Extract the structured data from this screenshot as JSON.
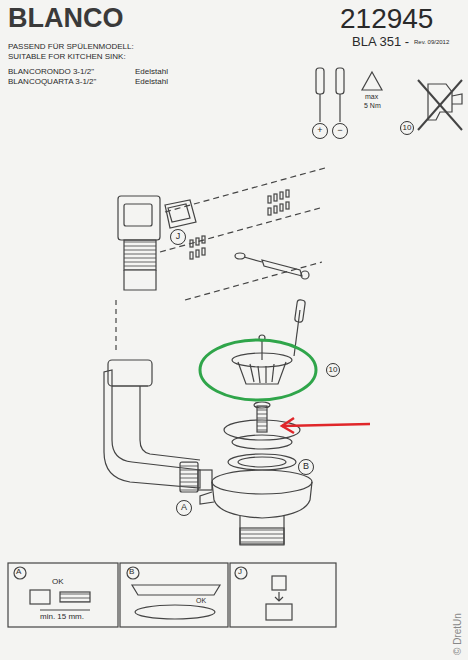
{
  "diagram": {
    "title": "BLANCO",
    "labels": [
      "212945",
      "BLA 351 -",
      "Rev. 09/2012",
      "PASSEND FÜR SPÜLENMODELL:",
      "SUITABLE FOR KITCHEN SINK:",
      "BLANCORONDO 3-1/2\"",
      "Edelstahl",
      "BLANCOQUARTA 3-1/2\"",
      "Edelstahl",
      "+",
      "−",
      "max",
      "5 Nm",
      "10",
      "J",
      "10",
      "B",
      "A",
      "A",
      "OK",
      "min. 15 mm.",
      "B",
      "OK",
      "J",
      "© DretUn"
    ]
  }
}
